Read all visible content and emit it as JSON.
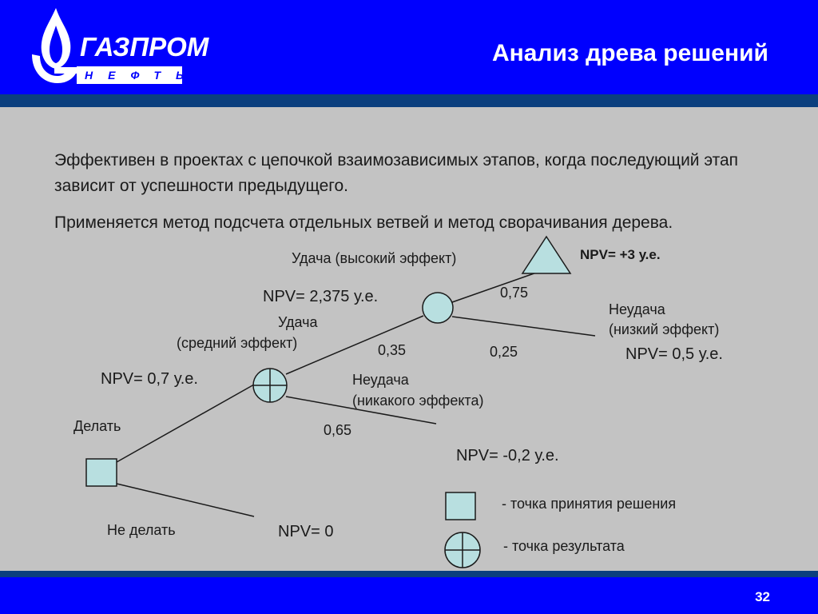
{
  "header": {
    "title": "Анализ древа решений",
    "logo": {
      "name": "ГАЗПРОМ",
      "sub": "НЕФТЬ"
    }
  },
  "body": {
    "paragraph_1": "Эффективен в проектах с цепочкой взаимозависимых этапов, когда последующий этап зависит от успешности предыдущего.",
    "paragraph_2": "Применяется метод подсчета отдельных ветвей и метод сворачивания дерева."
  },
  "tree": {
    "do": "Делать",
    "not_do": "Не делать",
    "npv_not_do": "NPV= 0",
    "npv_root": "NPV= 0,7 у.е.",
    "success_mid_1": "Удача",
    "success_mid_2": "(средний эффект)",
    "prob_success_mid": "0,35",
    "fail_none_1": "Неудача",
    "fail_none_2": "(никакого эффекта)",
    "prob_fail_none": "0,65",
    "npv_fail_none": "NPV= -0,2 у.е.",
    "npv_mid": "NPV= 2,375 у.е.",
    "success_high": "Удача (высокий эффект)",
    "prob_success_high": "0,75",
    "npv_high": "NPV= +3 у.е.",
    "fail_low_1": "Неудача",
    "fail_low_2": "(низкий эффект)",
    "prob_fail_low": "0,25",
    "npv_low": "NPV= 0,5 у.е."
  },
  "legend": {
    "decision": "- точка принятия решения",
    "outcome": "- точка результата"
  },
  "footer": {
    "page": "32"
  },
  "colors": {
    "header_blue": "#0000fe",
    "stripe": "#0b3f7e",
    "background": "#c3c3c3",
    "node_fill": "#b8dfe0"
  }
}
